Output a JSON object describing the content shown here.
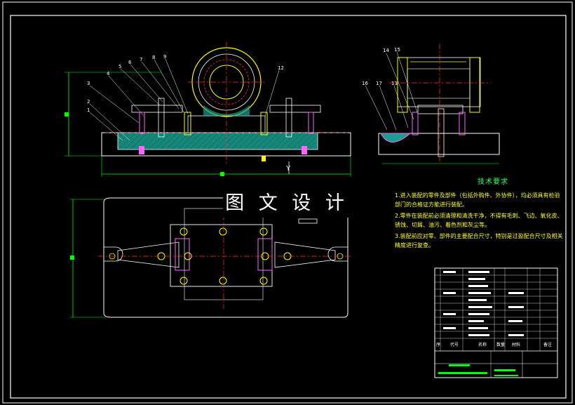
{
  "watermark": "图 文 设 计",
  "section_mark": "Y",
  "technical_requirements": {
    "title": "技术要求",
    "items": [
      "1.进入装配的零件及部件（包括外购件、外协件），均必须具有检验部门的合格证方能进行装配。",
      "2.零件在装配前必须清理和清洗干净，不得有毛刺、飞边、氧化皮、锈蚀、切屑、油污、着色剂和灰尘等。",
      "3.装配前应对零、部件的主要配合尺寸，特别是过盈配合尺寸及相关精度进行复查。"
    ]
  },
  "front_view_balloons": [
    "1",
    "2",
    "3",
    "4",
    "5",
    "6",
    "7",
    "8",
    "9",
    "12"
  ],
  "side_view_balloons": [
    "14",
    "15",
    "16",
    "17",
    "13"
  ],
  "title_block": {
    "header_labels": [
      "序",
      "代号",
      "名称",
      "数量",
      "材料",
      "备注"
    ]
  },
  "colors": {
    "outline": "#ffffff",
    "section_fill": "#1a9e8f",
    "dimension": "#00ff00",
    "centerline": "#ff3333",
    "bolts": "#ff66ff",
    "parts": "#ffff00"
  }
}
